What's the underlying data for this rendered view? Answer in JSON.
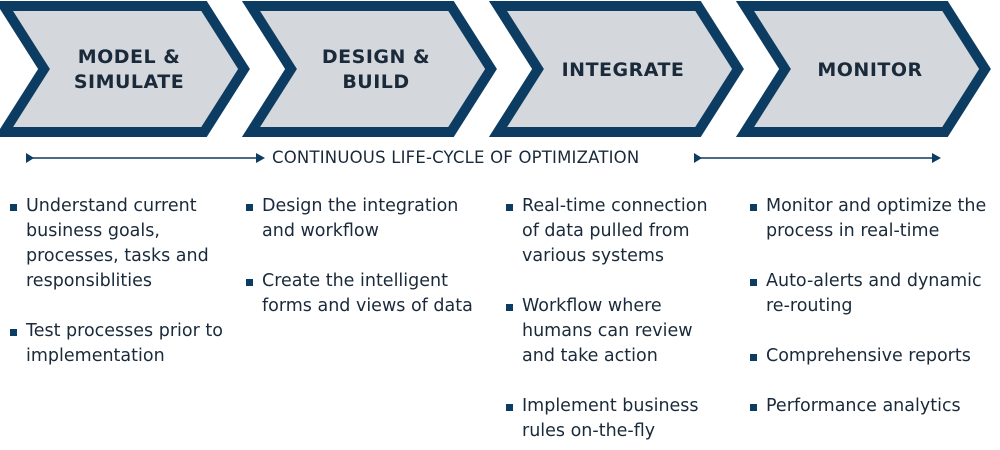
{
  "colors": {
    "chevron_fill": "#d4d8dc",
    "chevron_border": "#0d3c62",
    "arrow": "#0d3c62",
    "text": "#1a2a3a"
  },
  "steps": [
    {
      "label": "MODEL &\nSIMULATE"
    },
    {
      "label": "DESIGN &\nBUILD"
    },
    {
      "label": "INTEGRATE"
    },
    {
      "label": "MONITOR"
    }
  ],
  "cycle_label": "CONTINUOUS LIFE-CYCLE OF OPTIMIZATION",
  "columns": [
    {
      "bullets": [
        "Understand current business goals, processes, tasks and responsiblities",
        "Test processes prior to implementation"
      ]
    },
    {
      "bullets": [
        "Design the integration and workflow",
        "Create the intelligent forms and views of data"
      ]
    },
    {
      "bullets": [
        "Real-time connection of data pulled from various systems",
        "Workflow where humans can review and take action",
        "Implement business rules on-the-fly"
      ]
    },
    {
      "bullets": [
        "Monitor and optimize the process in real-time",
        "Auto-alerts and dynamic re-routing",
        "Comprehensive reports",
        "Performance analytics"
      ]
    }
  ]
}
